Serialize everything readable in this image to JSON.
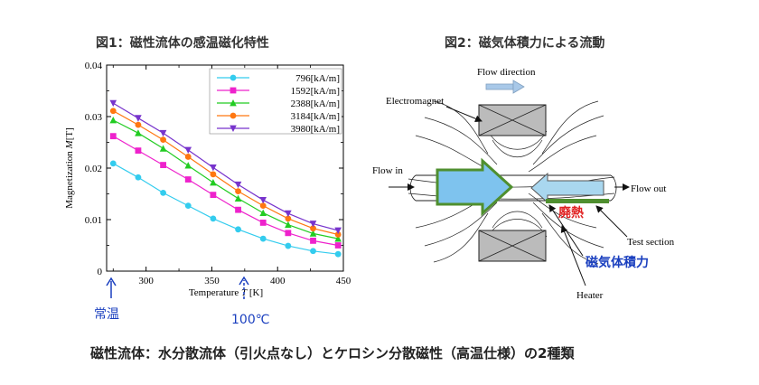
{
  "fig1": {
    "title": "図1：磁性流体の感温磁化特性",
    "annot_room": "常温",
    "annot_100": "100℃"
  },
  "fig2": {
    "title": "図2：磁気体積力による流動",
    "flow_direction": "Flow direction",
    "electromagnet": "Electromagnet",
    "flow_in": "Flow in",
    "flow_out": "Flow out",
    "waste_heat": "廃熱",
    "test_section": "Test section",
    "magnetic_body_force": "磁気体積力",
    "heater": "Heater"
  },
  "caption": "磁性流体：水分散流体（引火点なし）とケロシン分散磁性（高温仕様）の2種類",
  "colors": {
    "title": "#333333",
    "annotation_blue": "#1a3fbf",
    "waste_heat_red": "#e02020",
    "big_arrow_fill": "#7ec3ee",
    "big_arrow_stroke": "#4f8f2f",
    "heater_bar": "#4f8f2f"
  },
  "chart_data": {
    "type": "line",
    "xlabel": "Temperature T [K]",
    "ylabel": "Magnetization M [T]",
    "xlim": [
      270,
      450
    ],
    "ylim": [
      0,
      0.04
    ],
    "xticks": [
      300,
      350,
      400,
      450
    ],
    "yticks": [
      0,
      0.01,
      0.02,
      0.03,
      0.04
    ],
    "ytick_labels": [
      "0",
      "0.01",
      "0.02",
      "0.03",
      "0.04"
    ],
    "legend_position": "top-right",
    "x": [
      275,
      294,
      313,
      332,
      351,
      370,
      389,
      408,
      427,
      446
    ],
    "series": [
      {
        "name": "796[kA/m]",
        "color": "#33ccee",
        "marker": "circle",
        "values": [
          0.0209,
          0.0182,
          0.0152,
          0.0127,
          0.0102,
          0.0081,
          0.0063,
          0.0049,
          0.0039,
          0.0033
        ]
      },
      {
        "name": "1592[kA/m]",
        "color": "#ee22cc",
        "marker": "square",
        "values": [
          0.0262,
          0.0234,
          0.0206,
          0.0178,
          0.0148,
          0.0119,
          0.0094,
          0.0074,
          0.0059,
          0.005
        ]
      },
      {
        "name": "2388[kA/m]",
        "color": "#22cc22",
        "marker": "triangle",
        "values": [
          0.0293,
          0.0268,
          0.0238,
          0.0205,
          0.0172,
          0.0141,
          0.0113,
          0.009,
          0.0073,
          0.0063
        ]
      },
      {
        "name": "3184[kA/m]",
        "color": "#ff7711",
        "marker": "circle",
        "values": [
          0.0311,
          0.0284,
          0.0255,
          0.0222,
          0.0188,
          0.0155,
          0.0127,
          0.0102,
          0.0083,
          0.0071
        ]
      },
      {
        "name": "3980[kA/m]",
        "color": "#7733cc",
        "marker": "triangle-down",
        "values": [
          0.0326,
          0.0297,
          0.0268,
          0.0235,
          0.0201,
          0.0168,
          0.0138,
          0.0112,
          0.0092,
          0.0079
        ]
      }
    ]
  }
}
